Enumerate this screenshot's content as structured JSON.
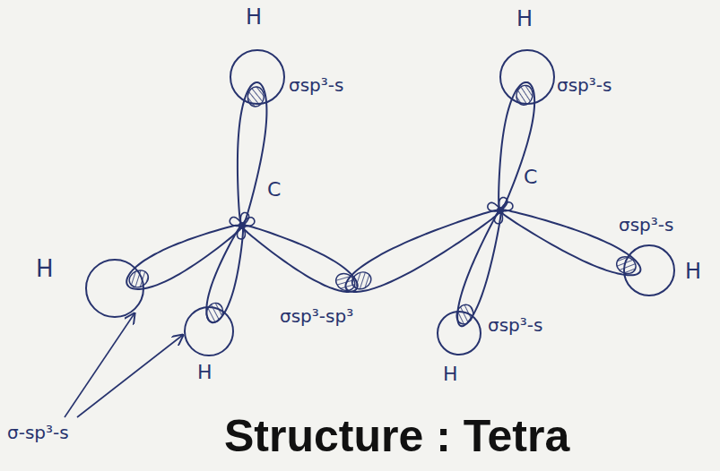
{
  "diagram": {
    "caption": "Structure : Tetra",
    "labels": [
      "H",
      "H",
      "σsp³-s",
      "σsp³-s",
      "C",
      "C",
      "σsp³-s",
      "H",
      "H",
      "σsp³-sp³",
      "σsp³-s",
      "H",
      "H",
      "σ-sp³-s"
    ]
  }
}
